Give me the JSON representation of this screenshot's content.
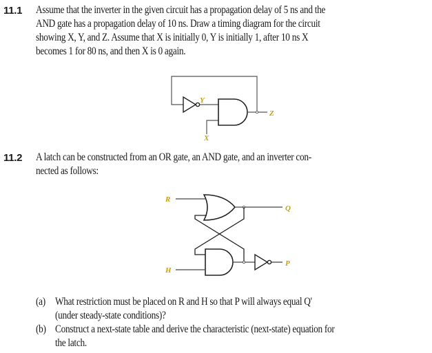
{
  "problem_11_1": {
    "number": "11.1",
    "lines": [
      "Assume that the inverter in the given circuit has a propagation delay of 5 ns and the",
      "AND gate has a propagation delay of 10 ns. Draw a timing diagram for the circuit",
      "showing X, Y, and Z. Assume that X is initially 0, Y is initially 1, after 10 ns X",
      "becomes 1 for 80 ns, and then X is 0 again."
    ],
    "circuit": {
      "labels": {
        "y": "Y",
        "z": "Z",
        "x": "X"
      },
      "components": [
        "inverter",
        "and-gate"
      ]
    }
  },
  "problem_11_2": {
    "number": "11.2",
    "lines": [
      "A latch can be constructed from an OR gate, an AND gate, and an inverter con-",
      "nected as follows:"
    ],
    "circuit": {
      "labels": {
        "r": "R",
        "q": "Q",
        "h": "H",
        "p": "P"
      },
      "components": [
        "or-gate",
        "and-gate",
        "inverter"
      ]
    },
    "parts": [
      {
        "label": "(a)",
        "lines": [
          "What restriction must be placed on R and H so that P will always equal Q'",
          "(under steady-state conditions)?"
        ]
      },
      {
        "label": "(b)",
        "lines": [
          "Construct a next-state table and derive the characteristic (next-state) equation for",
          "the latch."
        ]
      }
    ]
  }
}
